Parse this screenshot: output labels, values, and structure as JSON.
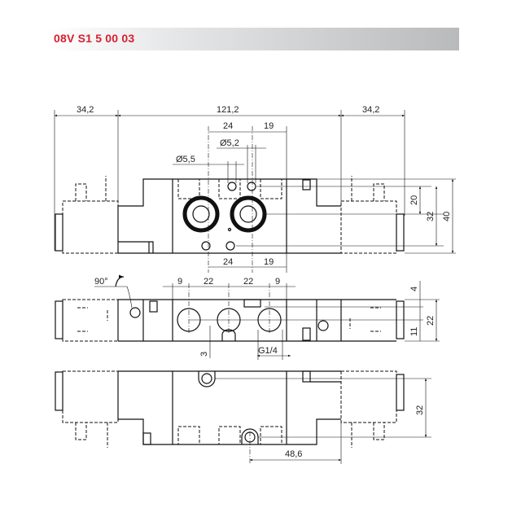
{
  "header": {
    "part_number": "08V S1 5 00 03"
  },
  "colors": {
    "title": "#d62030",
    "header_gradient_end": "#b9babc"
  },
  "top_view": {
    "dims": {
      "left_solenoid": "34,2",
      "body": "121,2",
      "right_solenoid": "34,2",
      "spacing_a_top": "24",
      "spacing_b_top": "19",
      "hole_d1": "Ø5,2",
      "hole_d2": "Ø5,5",
      "spacing_a_bottom": "24",
      "spacing_b_bottom": "19",
      "h20": "20",
      "h32": "32",
      "h40": "40"
    }
  },
  "side_view": {
    "dims": {
      "rotation": "90°",
      "p1": "9",
      "p2": "22",
      "p3": "22",
      "p4": "9",
      "h4": "4",
      "h11": "11",
      "h22": "22",
      "h3": "3",
      "thread": "G1/4"
    }
  },
  "bottom_view": {
    "dims": {
      "h32": "32",
      "w48": "48,6"
    }
  }
}
